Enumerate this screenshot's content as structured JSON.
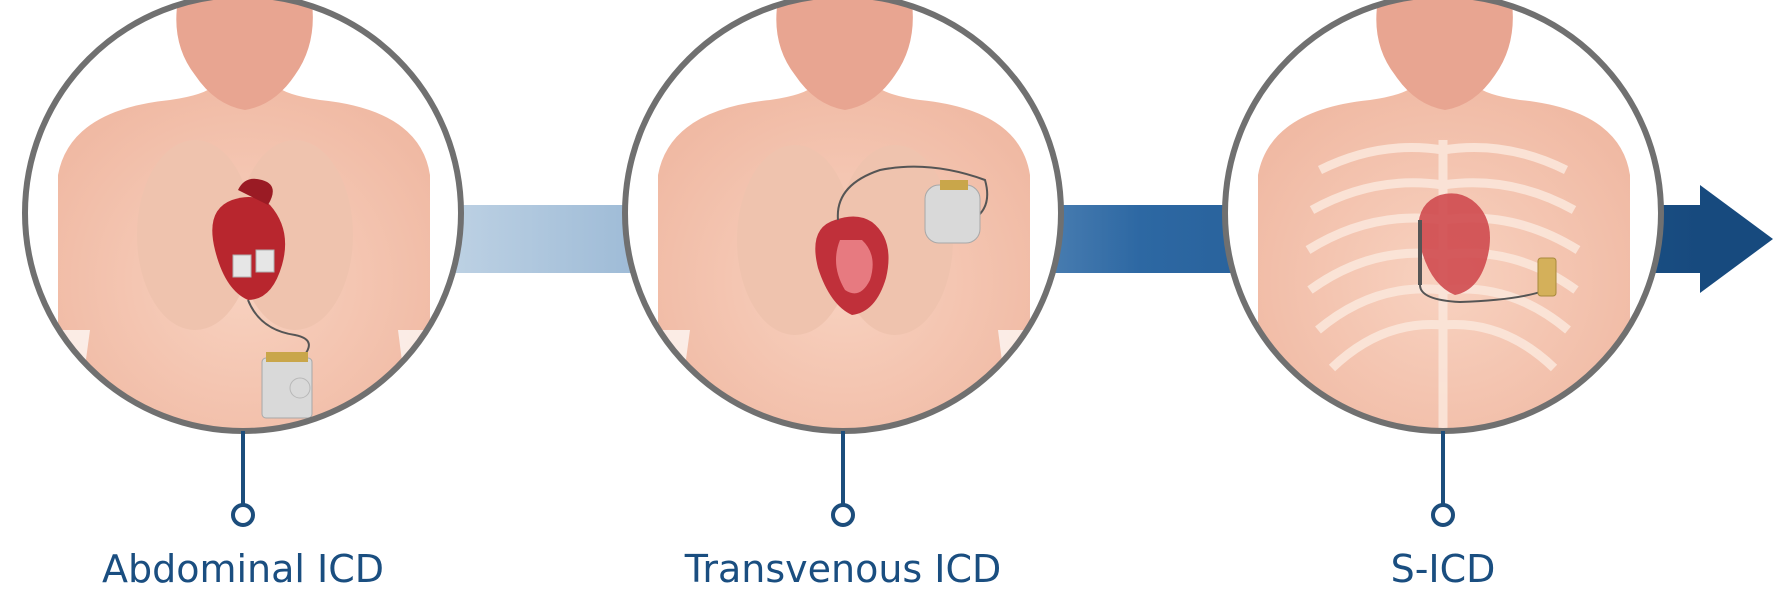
{
  "diagram": {
    "stages": [
      {
        "label": "Abdominal ICD"
      },
      {
        "label": "Transvenous ICD"
      },
      {
        "label": "S-ICD"
      }
    ],
    "colors": {
      "arrow_light": "#c9dbe8",
      "arrow_mid": "#2d68a3",
      "arrow_dark": "#174a7e",
      "connector": "#1c4d7c",
      "ring": "#707070",
      "skin": "#f2c2ae",
      "neck": "#e9a894",
      "heart": "#b8262e",
      "device": "#d9d9d9"
    }
  }
}
